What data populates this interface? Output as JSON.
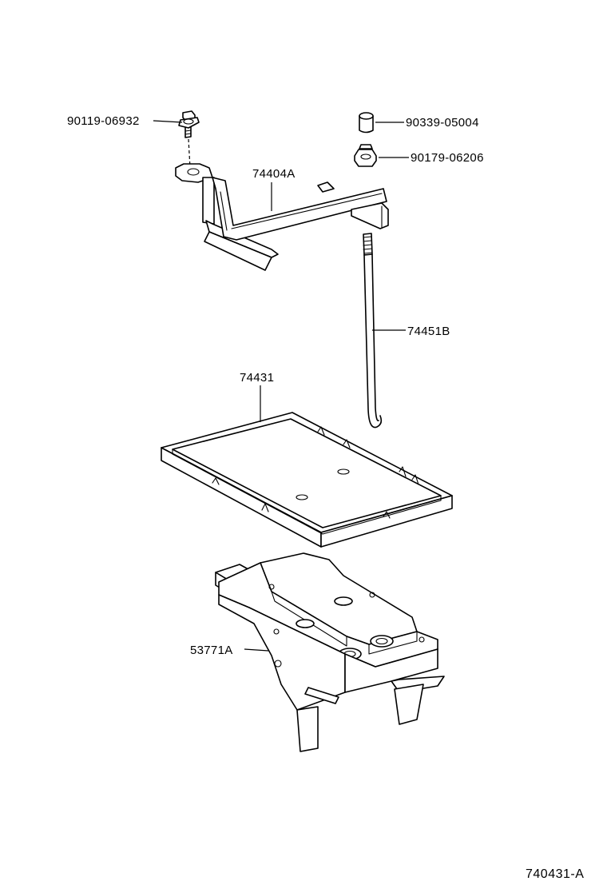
{
  "diagram": {
    "figure_code": "740431-A",
    "parts": [
      {
        "id": "bolt",
        "number": "90119-06932"
      },
      {
        "id": "cap",
        "number": "90339-05004"
      },
      {
        "id": "nut",
        "number": "90179-06206"
      },
      {
        "id": "clamp",
        "number": "74404A"
      },
      {
        "id": "rod",
        "number": "74451B"
      },
      {
        "id": "tray",
        "number": "74431"
      },
      {
        "id": "carrier",
        "number": "53771A"
      }
    ]
  }
}
